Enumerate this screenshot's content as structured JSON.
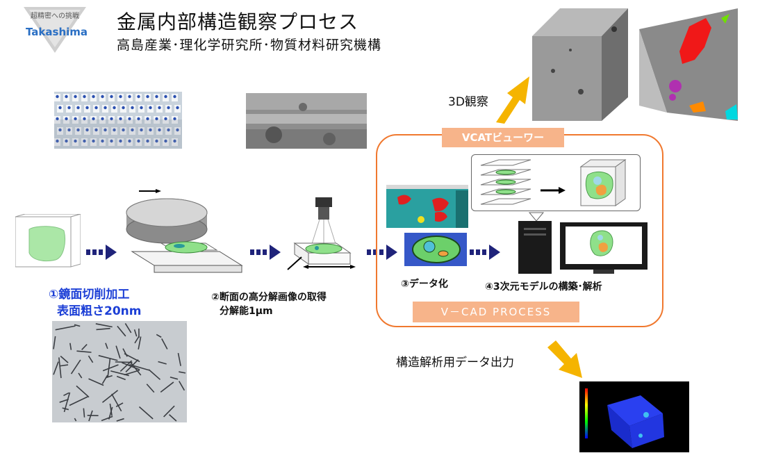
{
  "logo": {
    "tagline": "超精密への挑戦",
    "name": "Takashima"
  },
  "title": "金属内部構造観察プロセス",
  "subtitle": "高島産業･理化学研究所･物質材料研究機構",
  "steps": {
    "step1_line1": "①鏡面切削加工",
    "step1_line2": "表面粗さ20nm",
    "step2_line1": "②断面の高分解画像の取得",
    "step2_line2": "分解能1μm",
    "step3": "③データ化",
    "step4": "④3次元モデルの構築･解析"
  },
  "labels": {
    "observe_3d": "3D観察",
    "structural_output": "構造解析用データ出力",
    "vcat_viewer": "VCATビューワー",
    "vcad_process": "V－CAD PROCESS"
  },
  "colors": {
    "accent_orange": "#f0782e",
    "badge_orange": "#f7b48a",
    "arrow_navy": "#1f237a",
    "arrow_gold": "#f5b400",
    "step1_blue": "#1c3fd6",
    "model_green": "#8fe08a"
  }
}
